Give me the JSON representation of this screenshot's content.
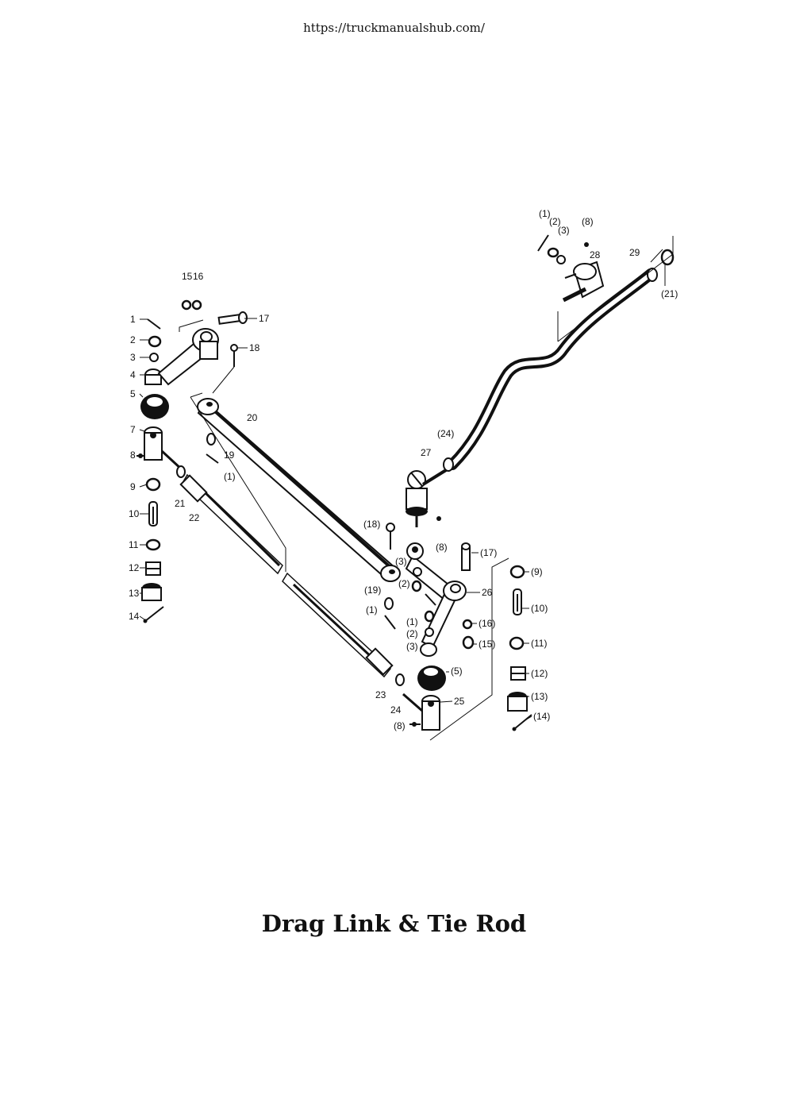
{
  "header": {
    "url": "https://truckmanualshub.com/"
  },
  "title": "Drag Link & Tie Rod",
  "callouts": {
    "left_column": [
      "1",
      "2",
      "3",
      "4",
      "5",
      "7",
      "8",
      "9",
      "10",
      "11",
      "12",
      "13",
      "14"
    ],
    "pitman_arm": [
      "15",
      "16",
      "17",
      "18"
    ],
    "tie_rod": [
      "20",
      "19",
      "(1)",
      "21",
      "22",
      "23",
      "24"
    ],
    "right_knuckle": [
      "(18)",
      "(3)",
      "(2)",
      "(19)",
      "(1)",
      "(1)",
      "(2)",
      "(3)",
      "(17)",
      "26",
      "(16)",
      "(15)",
      "(5)",
      "25",
      "(8)"
    ],
    "drag_link": [
      "27",
      "(24)",
      "(8)"
    ],
    "top_assembly": [
      "(1)",
      "(2)",
      "(3)",
      "(8)",
      "28",
      "29",
      "(21)"
    ],
    "right_column": [
      "(9)",
      "(10)",
      "(11)",
      "(12)",
      "(13)",
      "(14)"
    ]
  }
}
